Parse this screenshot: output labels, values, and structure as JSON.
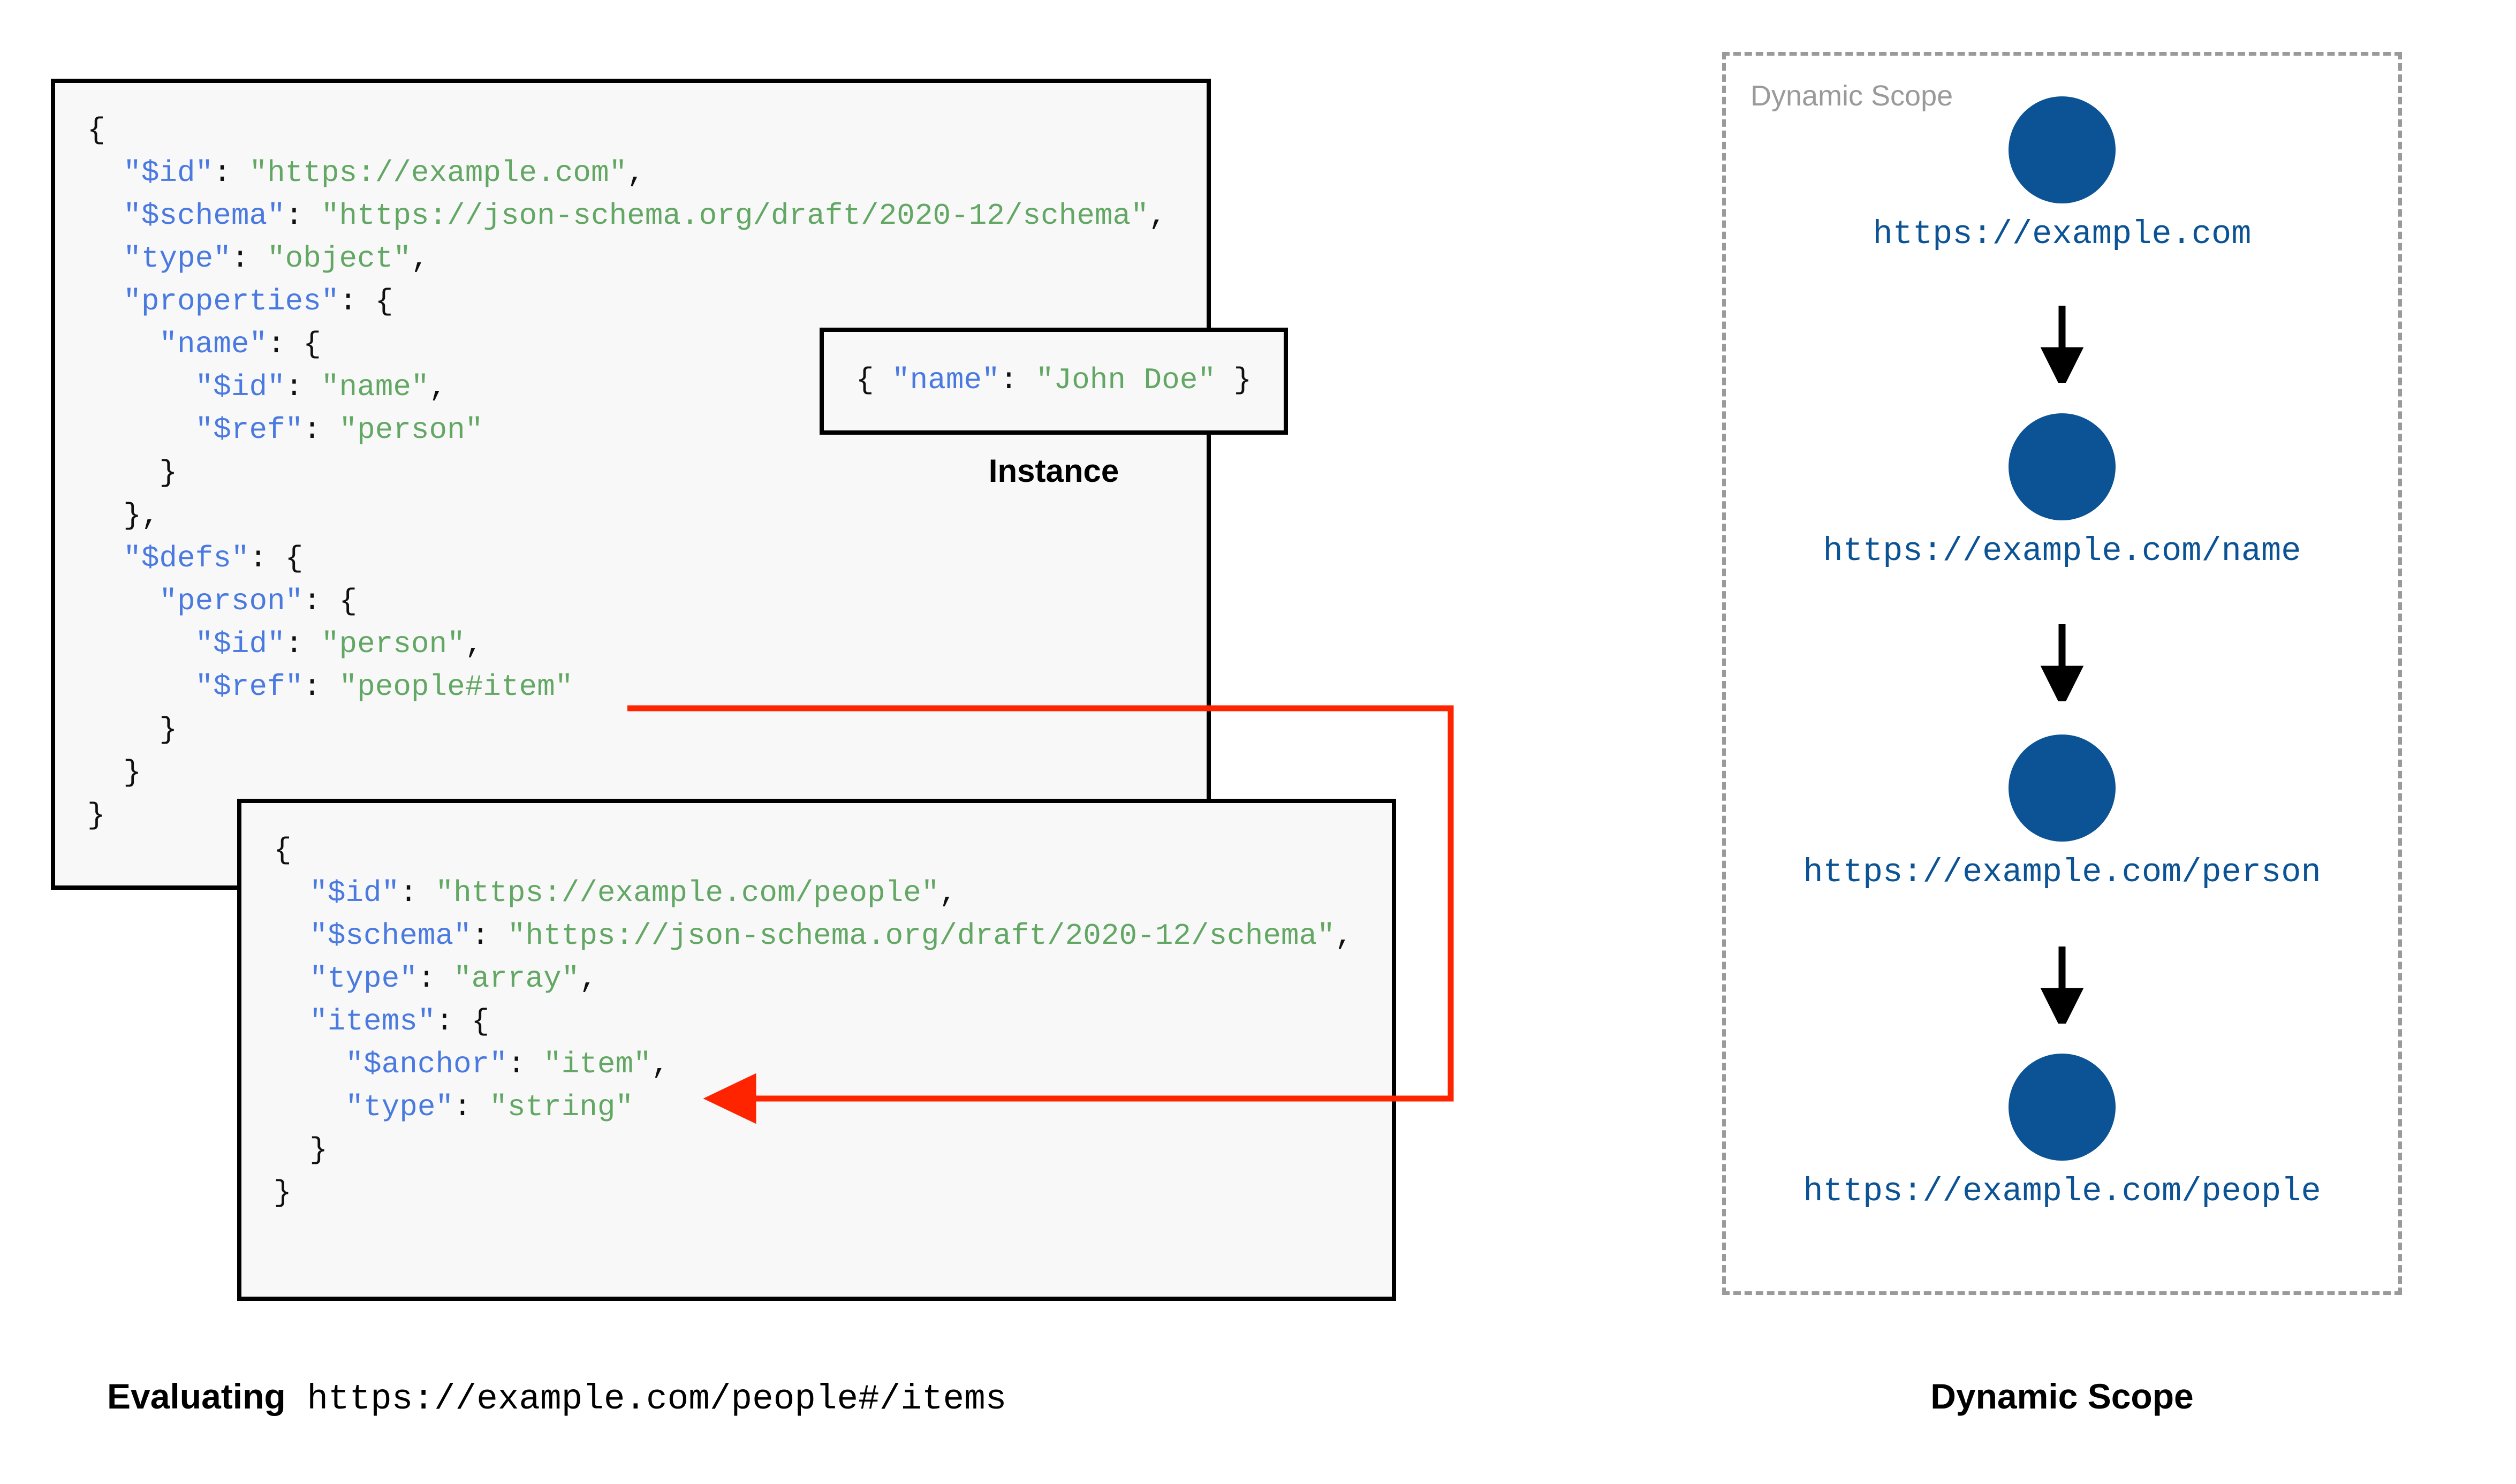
{
  "diagram": {
    "left_caption_bold": "Evaluating",
    "left_caption_mono": " https://example.com/people#/items",
    "right_caption": "Dynamic Scope"
  },
  "schema_main": {
    "lines": [
      {
        "indent": 0,
        "tokens": [
          {
            "t": "{",
            "c": "p"
          }
        ]
      },
      {
        "indent": 1,
        "tokens": [
          {
            "t": "\"$id\"",
            "c": "k"
          },
          {
            "t": ": ",
            "c": "p"
          },
          {
            "t": "\"https://example.com\"",
            "c": "s"
          },
          {
            "t": ",",
            "c": "p"
          }
        ]
      },
      {
        "indent": 1,
        "tokens": [
          {
            "t": "\"$schema\"",
            "c": "k"
          },
          {
            "t": ": ",
            "c": "p"
          },
          {
            "t": "\"https://json-schema.org/draft/2020-12/schema\"",
            "c": "s"
          },
          {
            "t": ",",
            "c": "p"
          }
        ]
      },
      {
        "indent": 1,
        "tokens": [
          {
            "t": "\"type\"",
            "c": "k"
          },
          {
            "t": ": ",
            "c": "p"
          },
          {
            "t": "\"object\"",
            "c": "s"
          },
          {
            "t": ",",
            "c": "p"
          }
        ]
      },
      {
        "indent": 1,
        "tokens": [
          {
            "t": "\"properties\"",
            "c": "k"
          },
          {
            "t": ": {",
            "c": "p"
          }
        ]
      },
      {
        "indent": 2,
        "tokens": [
          {
            "t": "\"name\"",
            "c": "k"
          },
          {
            "t": ": {",
            "c": "p"
          }
        ]
      },
      {
        "indent": 3,
        "tokens": [
          {
            "t": "\"$id\"",
            "c": "k"
          },
          {
            "t": ": ",
            "c": "p"
          },
          {
            "t": "\"name\"",
            "c": "s"
          },
          {
            "t": ",",
            "c": "p"
          }
        ]
      },
      {
        "indent": 3,
        "tokens": [
          {
            "t": "\"$ref\"",
            "c": "k"
          },
          {
            "t": ": ",
            "c": "p"
          },
          {
            "t": "\"person\"",
            "c": "s"
          }
        ]
      },
      {
        "indent": 2,
        "tokens": [
          {
            "t": "}",
            "c": "p"
          }
        ]
      },
      {
        "indent": 1,
        "tokens": [
          {
            "t": "},",
            "c": "p"
          }
        ]
      },
      {
        "indent": 1,
        "tokens": [
          {
            "t": "\"$defs\"",
            "c": "k"
          },
          {
            "t": ": {",
            "c": "p"
          }
        ]
      },
      {
        "indent": 2,
        "tokens": [
          {
            "t": "\"person\"",
            "c": "k"
          },
          {
            "t": ": {",
            "c": "p"
          }
        ]
      },
      {
        "indent": 3,
        "tokens": [
          {
            "t": "\"$id\"",
            "c": "k"
          },
          {
            "t": ": ",
            "c": "p"
          },
          {
            "t": "\"person\"",
            "c": "s"
          },
          {
            "t": ",",
            "c": "p"
          }
        ]
      },
      {
        "indent": 3,
        "tokens": [
          {
            "t": "\"$ref\"",
            "c": "k"
          },
          {
            "t": ": ",
            "c": "p"
          },
          {
            "t": "\"people#item\"",
            "c": "s"
          }
        ]
      },
      {
        "indent": 2,
        "tokens": [
          {
            "t": "}",
            "c": "p"
          }
        ]
      },
      {
        "indent": 1,
        "tokens": [
          {
            "t": "}",
            "c": "p"
          }
        ]
      },
      {
        "indent": 0,
        "tokens": [
          {
            "t": "}",
            "c": "p"
          }
        ]
      }
    ]
  },
  "instance": {
    "caption": "Instance",
    "tokens": [
      {
        "t": "{ ",
        "c": "p"
      },
      {
        "t": "\"name\"",
        "c": "k"
      },
      {
        "t": ": ",
        "c": "p"
      },
      {
        "t": "\"John Doe\"",
        "c": "s"
      },
      {
        "t": " }",
        "c": "p"
      }
    ]
  },
  "schema_people": {
    "lines": [
      {
        "indent": 0,
        "tokens": [
          {
            "t": "{",
            "c": "p"
          }
        ]
      },
      {
        "indent": 1,
        "tokens": [
          {
            "t": "\"$id\"",
            "c": "k"
          },
          {
            "t": ": ",
            "c": "p"
          },
          {
            "t": "\"https://example.com/people\"",
            "c": "s"
          },
          {
            "t": ",",
            "c": "p"
          }
        ]
      },
      {
        "indent": 1,
        "tokens": [
          {
            "t": "\"$schema\"",
            "c": "k"
          },
          {
            "t": ": ",
            "c": "p"
          },
          {
            "t": "\"https://json-schema.org/draft/2020-12/schema\"",
            "c": "s"
          },
          {
            "t": ",",
            "c": "p"
          }
        ]
      },
      {
        "indent": 1,
        "tokens": [
          {
            "t": "\"type\"",
            "c": "k"
          },
          {
            "t": ": ",
            "c": "p"
          },
          {
            "t": "\"array\"",
            "c": "s"
          },
          {
            "t": ",",
            "c": "p"
          }
        ]
      },
      {
        "indent": 1,
        "tokens": [
          {
            "t": "\"items\"",
            "c": "k"
          },
          {
            "t": ": {",
            "c": "p"
          }
        ]
      },
      {
        "indent": 2,
        "tokens": [
          {
            "t": "\"$anchor\"",
            "c": "k"
          },
          {
            "t": ": ",
            "c": "p"
          },
          {
            "t": "\"item\"",
            "c": "s"
          },
          {
            "t": ",",
            "c": "p"
          }
        ]
      },
      {
        "indent": 2,
        "tokens": [
          {
            "t": "\"type\"",
            "c": "k"
          },
          {
            "t": ": ",
            "c": "p"
          },
          {
            "t": "\"string\"",
            "c": "s"
          }
        ]
      },
      {
        "indent": 1,
        "tokens": [
          {
            "t": "}",
            "c": "p"
          }
        ]
      },
      {
        "indent": 0,
        "tokens": [
          {
            "t": "}",
            "c": "p"
          }
        ]
      }
    ]
  },
  "dynamic_scope": {
    "panel_label": "Dynamic Scope",
    "nodes": [
      {
        "label": "https://example.com"
      },
      {
        "label": "https://example.com/name"
      },
      {
        "label": "https://example.com/person"
      },
      {
        "label": "https://example.com/people"
      }
    ]
  },
  "colors": {
    "json_key": "#4a7ae0",
    "json_string": "#63a764",
    "node_blue": "#0b5394",
    "ref_arrow_red": "#ff2400",
    "panel_gray": "#9a9a9a",
    "box_fill": "#f8f8f8",
    "box_border": "#000000"
  }
}
